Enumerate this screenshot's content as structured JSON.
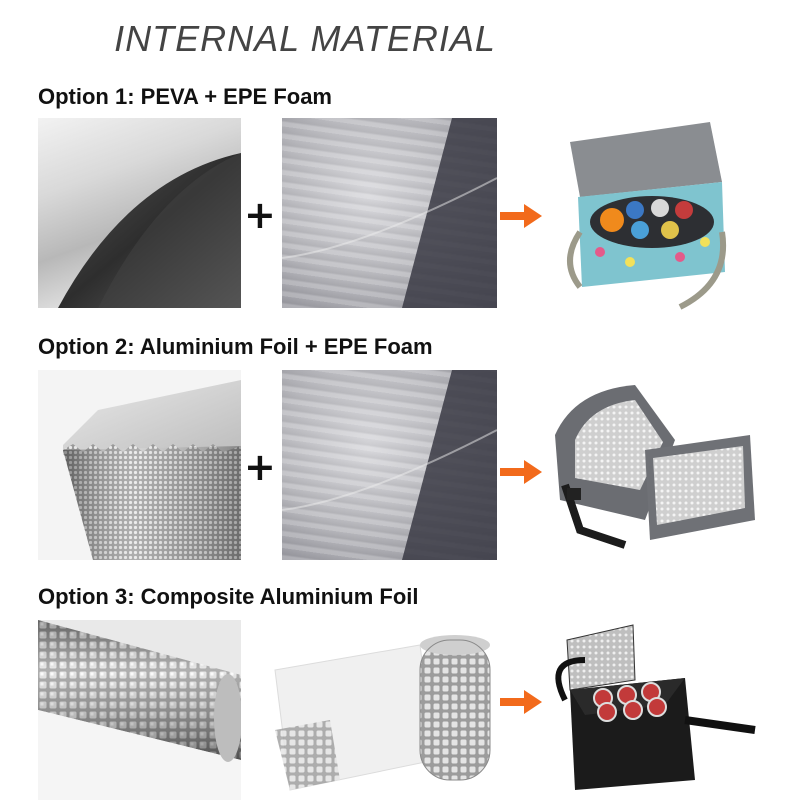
{
  "title": "INTERNAL MATERIAL",
  "plus_symbol": "+",
  "options": [
    {
      "label": "Option 1: PEVA + EPE Foam"
    },
    {
      "label": "Option 2: Aluminium Foil + EPE Foam"
    },
    {
      "label": "Option 3: Composite Aluminium Foil"
    }
  ],
  "colors": {
    "arrow": "#f26a1b",
    "title": "#444444",
    "text": "#111111"
  }
}
